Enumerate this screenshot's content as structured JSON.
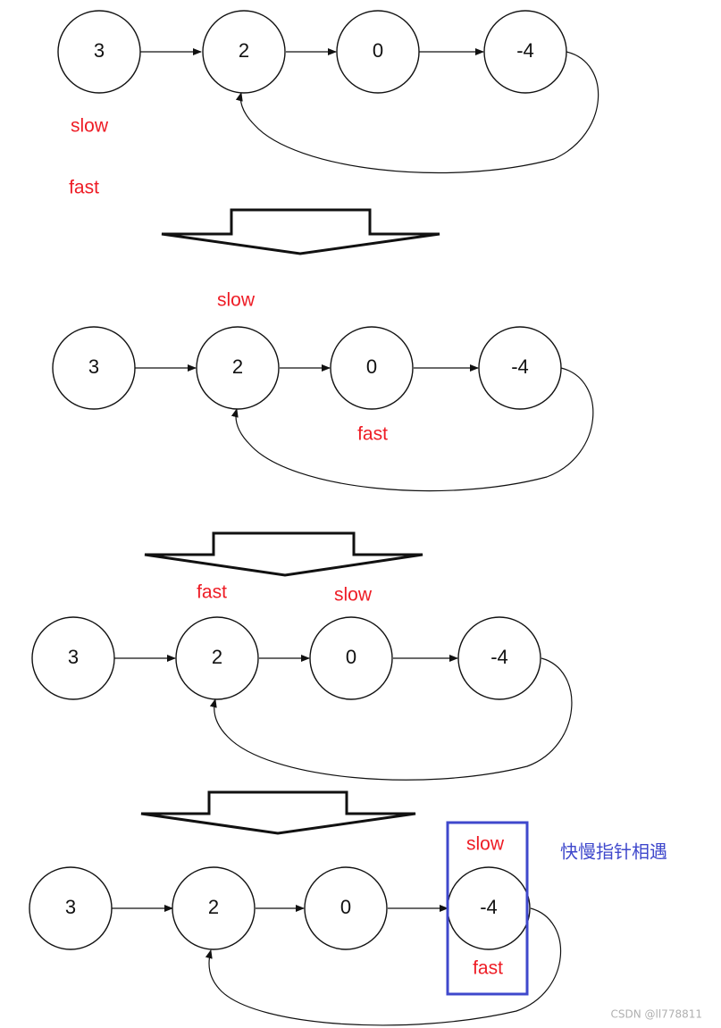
{
  "colors": {
    "pointer": "#ee1c25",
    "highlight": "#3f48cc",
    "watermark": "#b0b0b0",
    "line": "#111111"
  },
  "diagram": {
    "node_values": [
      "3",
      "2",
      "0",
      "-4"
    ],
    "pointer_labels": {
      "slow": "slow",
      "fast": "fast"
    },
    "stages": [
      {
        "slow_at": "before-list",
        "fast_at": "before-list"
      },
      {
        "slow_at": "2",
        "fast_at": "0"
      },
      {
        "slow_at": "0",
        "fast_at": "2"
      },
      {
        "slow_at": "-4",
        "fast_at": "-4"
      }
    ],
    "meeting_note": "快慢指针相遇",
    "watermark": "CSDN @ll778811"
  }
}
